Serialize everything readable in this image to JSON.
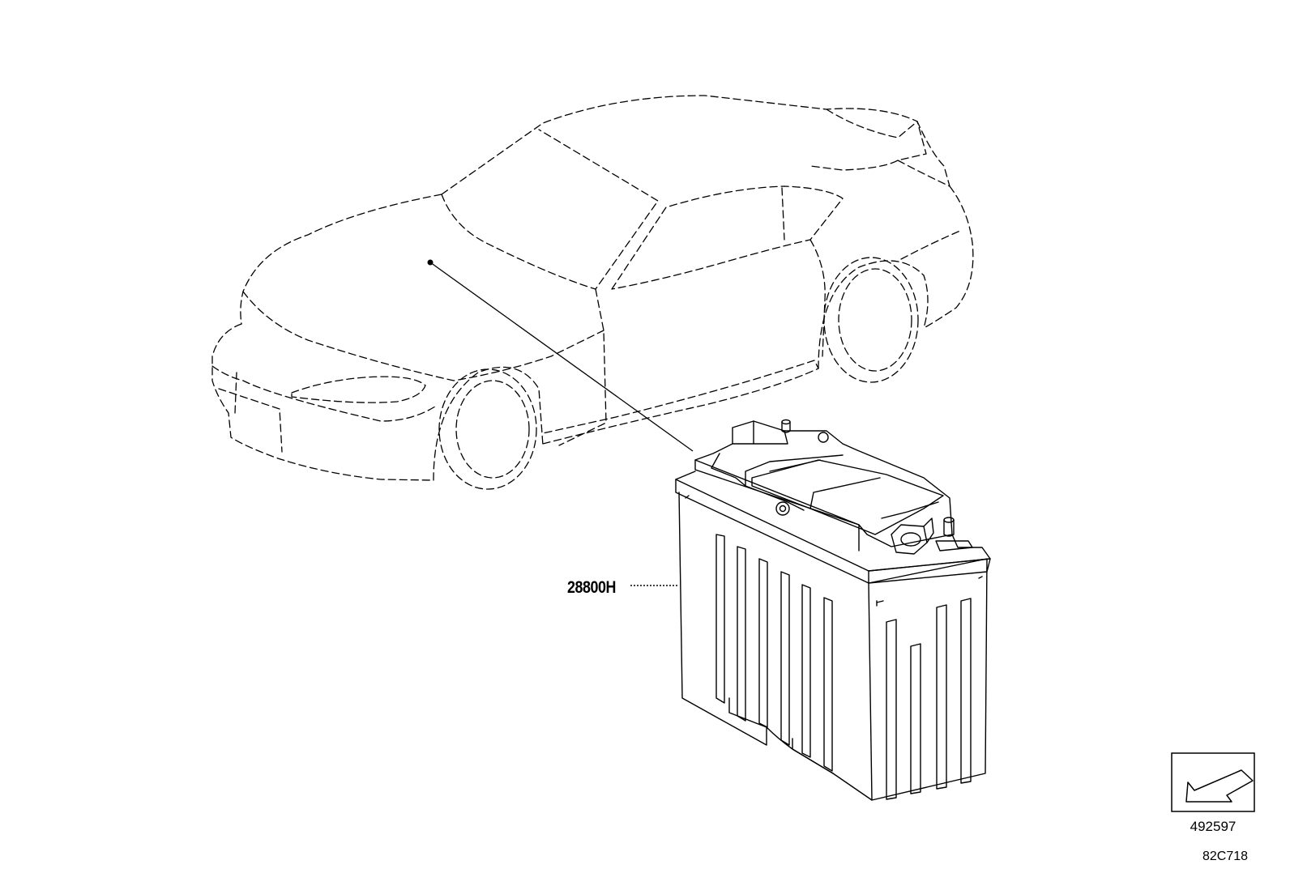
{
  "callouts": {
    "battery_part_number": "28800H"
  },
  "reference_box": {
    "number": "492597",
    "icon": "forward-arrow-icon"
  },
  "diagram_code": "82C718",
  "colors": {
    "line": "#000000",
    "background": "#ffffff"
  }
}
